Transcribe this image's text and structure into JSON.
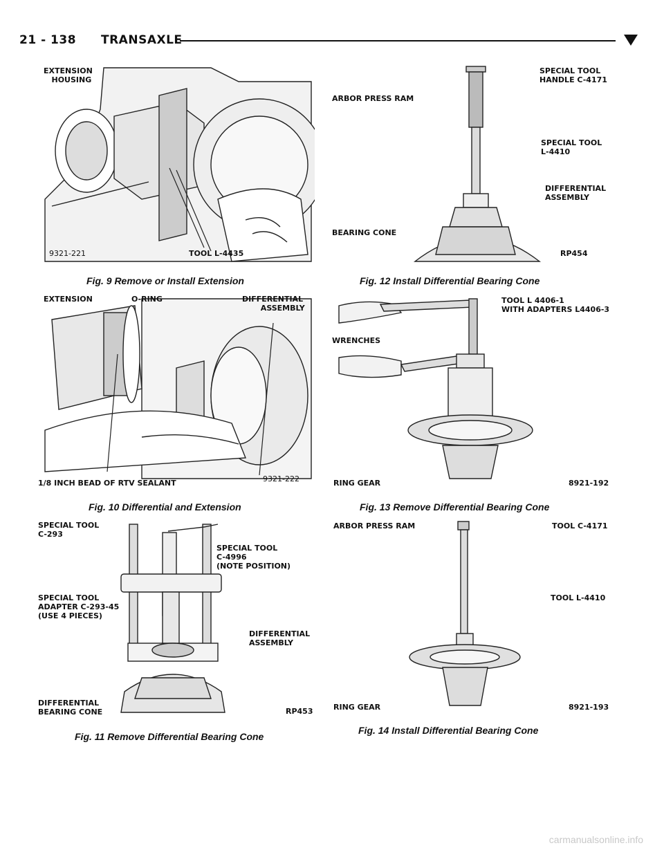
{
  "header": {
    "page_number": "21 - 138",
    "section_title": "TRANSAXLE",
    "marker_icon": "triangle-down-icon"
  },
  "figures": {
    "fig9": {
      "caption": "Fig. 9 Remove or Install Extension",
      "labels": {
        "extension_housing": "EXTENSION\n   HOUSING",
        "tool": "TOOL L-4435",
        "ref": "9321-221"
      }
    },
    "fig10": {
      "caption": "Fig. 10 Differential and Extension",
      "labels": {
        "extension": "EXTENSION",
        "o_ring": "O-RING",
        "differential_assembly": "DIFFERENTIAL\n       ASSEMBLY",
        "sealant": "1/8 INCH BEAD OF RTV SEALANT",
        "ref": "9321-222"
      }
    },
    "fig11": {
      "caption": "Fig. 11 Remove Differential Bearing Cone",
      "labels": {
        "tool_c293": "SPECIAL TOOL\nC-293",
        "tool_c4996": "SPECIAL TOOL\nC-4996\n(NOTE POSITION)",
        "adapter": "SPECIAL TOOL\nADAPTER C-293-45\n(USE 4 PIECES)",
        "differential_assembly": "DIFFERENTIAL\nASSEMBLY",
        "bearing_cone": "DIFFERENTIAL\nBEARING CONE",
        "ref": "RP453"
      }
    },
    "fig12": {
      "caption": "Fig. 12 Install Differential Bearing Cone",
      "labels": {
        "arbor_press_ram": "ARBOR PRESS RAM",
        "handle": "SPECIAL TOOL\nHANDLE C-4171",
        "tool_l4410": "SPECIAL TOOL\nL-4410",
        "differential_assembly": "DIFFERENTIAL\nASSEMBLY",
        "bearing_cone": "BEARING CONE",
        "ref": "RP454"
      }
    },
    "fig13": {
      "caption": "Fig. 13 Remove Differential Bearing Cone",
      "labels": {
        "tool": "TOOL L 4406-1\nWITH ADAPTERS L4406-3",
        "wrenches": "WRENCHES",
        "ring_gear": "RING GEAR",
        "ref": "8921-192"
      }
    },
    "fig14": {
      "caption": "Fig. 14 Install Differential Bearing Cone",
      "labels": {
        "arbor_press_ram": "ARBOR PRESS RAM",
        "tool_c4171": "TOOL C-4171",
        "tool_l4410": "TOOL L-4410",
        "ring_gear": "RING GEAR",
        "ref": "8921-193"
      }
    }
  },
  "watermark": "carmanualsonline.info"
}
